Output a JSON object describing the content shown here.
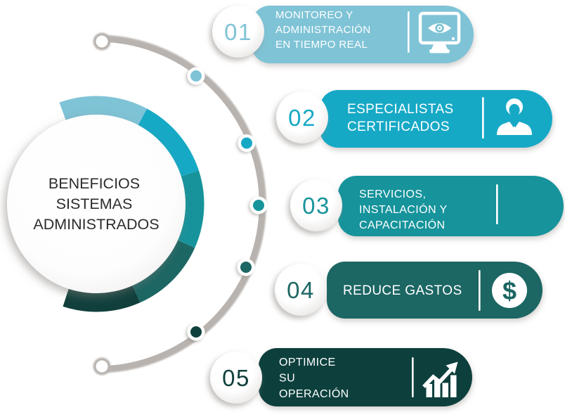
{
  "title": {
    "lines": [
      "BENEFICIOS",
      "SISTEMAS",
      "ADMINISTRADOS"
    ],
    "color": "#2E2C2B"
  },
  "items": [
    {
      "number": "01",
      "lines": [
        "MONITOREO Y",
        "ADMINISTRACIÓN",
        "EN TIEMPO REAL"
      ],
      "color": "#7FC3D6",
      "icon": "monitor-eye-icon"
    },
    {
      "number": "02",
      "lines": [
        "ESPECIALISTAS",
        "CERTIFICADOS"
      ],
      "color": "#16A9C6",
      "icon": "businessman-icon"
    },
    {
      "number": "03",
      "lines": [
        "SERVICIOS,",
        "INSTALACIÓN Y",
        "CAPACITACIÓN"
      ],
      "color": "#17939B",
      "icon": "none"
    },
    {
      "number": "04",
      "lines": [
        "REDUCE GASTOS"
      ],
      "color": "#1C6663",
      "icon": "dollar-icon",
      "icon_glyph": "$"
    },
    {
      "number": "05",
      "lines": [
        "OPTIMICE",
        "SU",
        "OPERACIÓN"
      ],
      "color": "#11403C",
      "icon": "growth-chart-icon"
    }
  ],
  "palette": {
    "arc_gray": "#B8B3AF",
    "background": "#FFFFFF"
  }
}
